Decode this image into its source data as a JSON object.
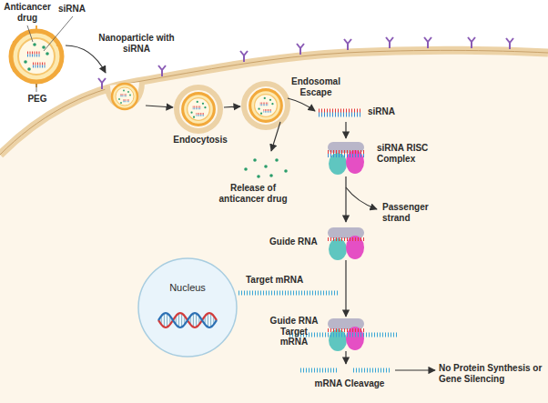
{
  "diagram": {
    "nodes": [
      {
        "text": [
          "Nucleus"
        ]
      }
    ],
    "labels": [
      "Anticancer drug",
      "siRNA",
      "Nanoparticle with siRNA",
      "PEG",
      "Endosomal Escape",
      "siRNA",
      "Endocytosis",
      "siRNA RISC Complex",
      "Release of anticancer drug",
      "Passenger strand",
      "Guide RNA",
      "Target mRNA",
      "Guide RNA Target mRNA",
      "mRNA Cleavage",
      "No Protein Synthesis or Gene Silencing"
    ]
  }
}
